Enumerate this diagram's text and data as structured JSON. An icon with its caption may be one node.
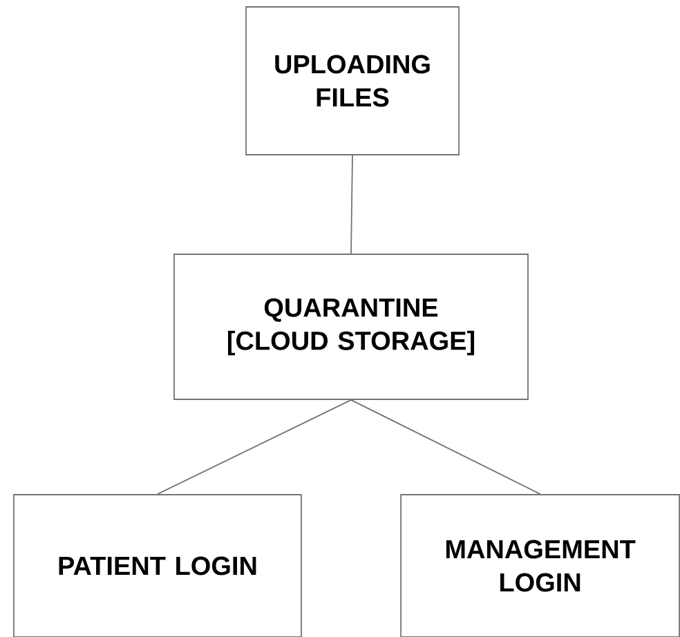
{
  "diagram": {
    "nodes": [
      {
        "text": [
          "UPLOADING FILES"
        ]
      },
      {
        "text": [
          "QUARANTINE [CLOUD STORAGE]"
        ]
      },
      {
        "text": [
          "PATIENT LOGIN"
        ]
      },
      {
        "text": [
          "MANAGEMENT LOGIN"
        ]
      }
    ],
    "edges": [
      {
        "from": 0,
        "to": 1,
        "arrow": "none"
      },
      {
        "from": 1,
        "to": 2,
        "arrow": "none"
      },
      {
        "from": 1,
        "to": 3,
        "arrow": "none"
      }
    ]
  }
}
